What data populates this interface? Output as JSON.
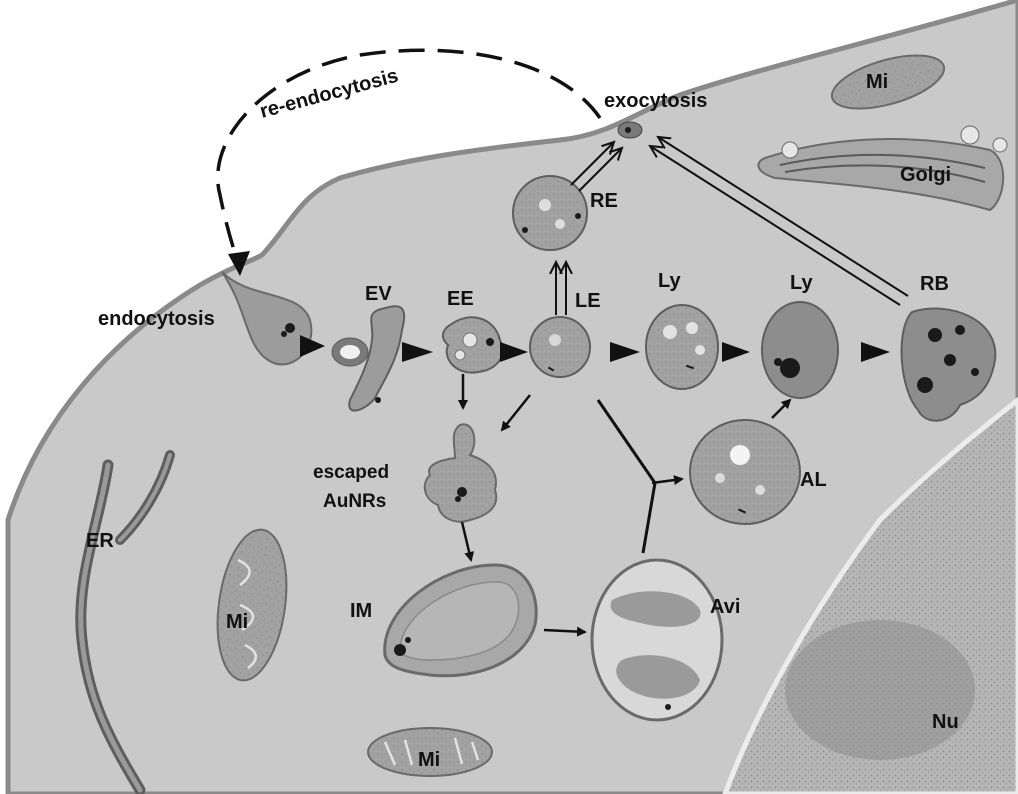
{
  "labels": {
    "re_endocytosis": "re-endocytosis",
    "exocytosis": "exocytosis",
    "endocytosis": "endocytosis",
    "ev": "EV",
    "ee": "EE",
    "le": "LE",
    "re": "RE",
    "ly1": "Ly",
    "ly2": "Ly",
    "rb": "RB",
    "al": "AL",
    "escaped_1": "escaped",
    "escaped_2": "AuNRs",
    "im": "IM",
    "avi": "Avi",
    "er": "ER",
    "mi_top": "Mi",
    "mi_left": "Mi",
    "mi_bottom": "Mi",
    "golgi": "Golgi",
    "nu": "Nu"
  },
  "colors": {
    "background": "#ffffff",
    "cytoplasm": "#c9c9c9",
    "membrane": "#8a8a8a",
    "organelle": "#9e9e9e",
    "organelle_dark": "#7d7d7d",
    "nucleus": "#b4b4b4",
    "particle": "#1a1a1a",
    "arrow": "#111111"
  }
}
